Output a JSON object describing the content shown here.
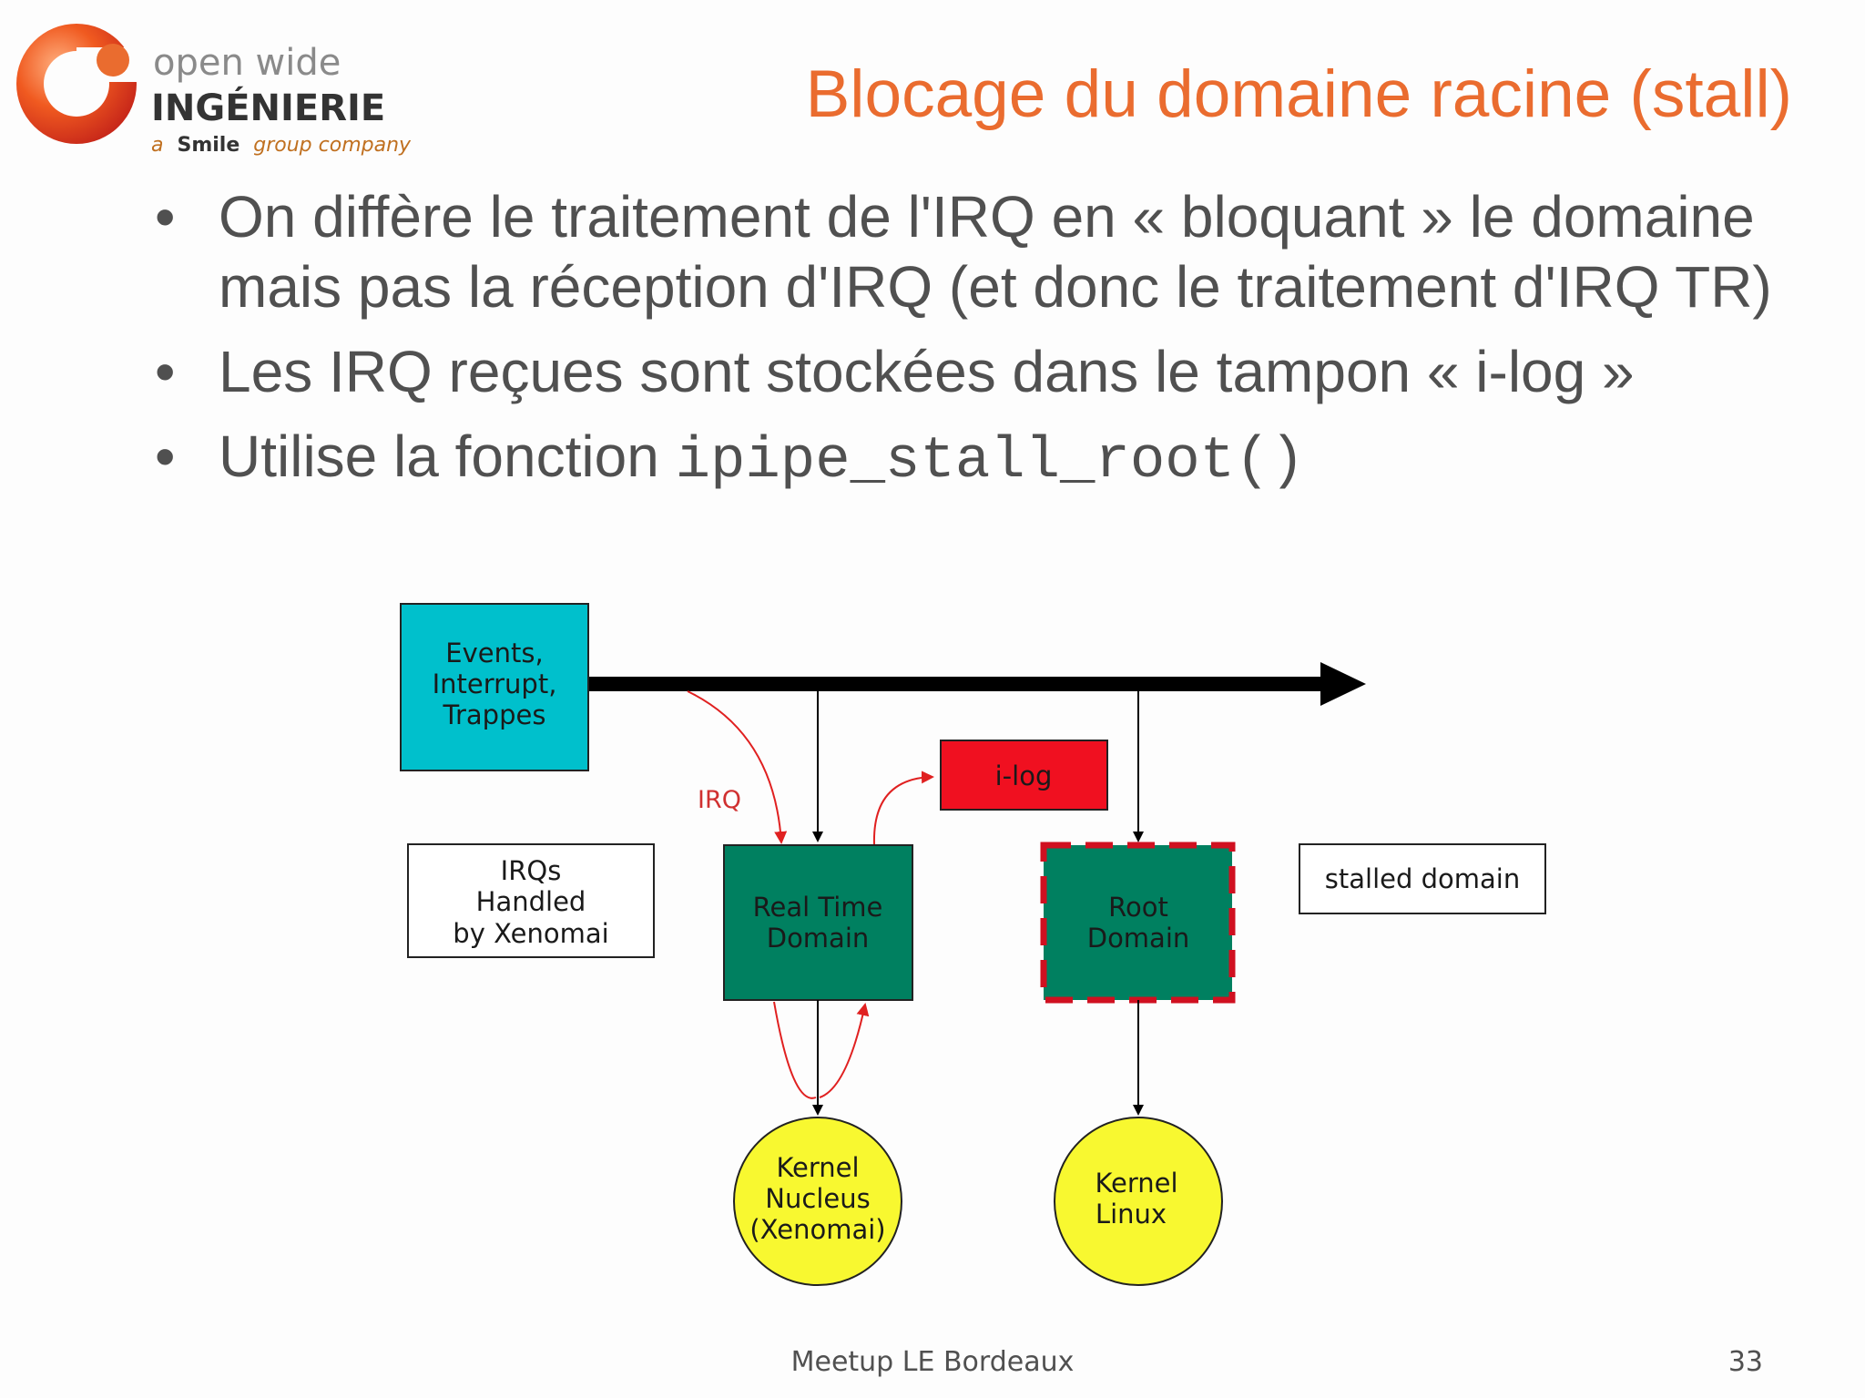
{
  "logo": {
    "line1": "open wide",
    "line2": "INGÉNIERIE",
    "tagline_a": "a",
    "tagline_smile": "Smile",
    "tagline_rest": "group company"
  },
  "title": "Blocage du domaine racine (stall)",
  "bullets": [
    {
      "text": "On diffère le traitement de l'IRQ en « bloquant » le domaine mais pas la réception d'IRQ (et donc le traitement d'IRQ TR)"
    },
    {
      "text": "Les IRQ reçues sont stockées dans le tampon « i-log »"
    },
    {
      "text": "Utilise la fonction ",
      "code": "ipipe_stall_root()"
    }
  ],
  "diagram": {
    "events_lines": [
      "Events,",
      "Interrupt,",
      "Trappes"
    ],
    "irq_label": "IRQ",
    "ilog_label": "i-log",
    "irqs_handled_lines": [
      "IRQs",
      "Handled",
      "by Xenomai"
    ],
    "rt_domain_lines": [
      "Real Time",
      "Domain"
    ],
    "root_domain_lines": [
      "Root",
      "Domain"
    ],
    "stalled_label": "stalled domain",
    "kernel_nucleus_lines": [
      "Kernel",
      "Nucleus",
      "(Xenomai)"
    ],
    "kernel_linux_lines": [
      "Kernel",
      "Linux"
    ]
  },
  "colors": {
    "title": "#ea6c2f",
    "events_box": "#00c0cc",
    "ilog_box": "#f01020",
    "domain_box": "#008060",
    "kernel_circle": "#f8f830",
    "irq_arrow": "#e02020",
    "stalled_border": "#d01020"
  },
  "footer": {
    "text": "Meetup LE Bordeaux",
    "page": "33"
  }
}
